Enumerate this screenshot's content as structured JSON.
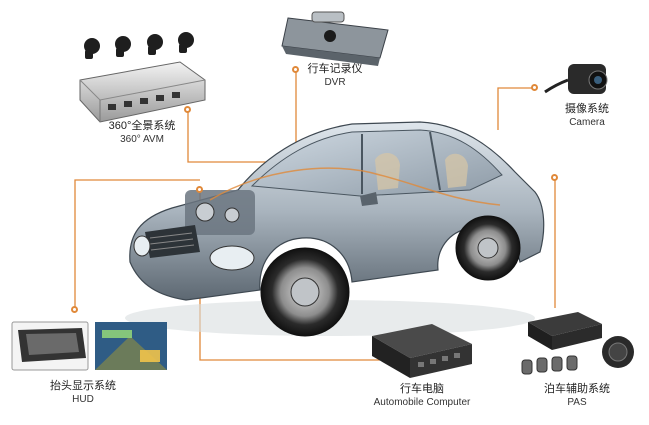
{
  "accent_color": "#e0893a",
  "components": [
    {
      "id": "avm",
      "zh": "360°全景系统",
      "en": "360° AVM",
      "icon": "surround-view-camera-kit"
    },
    {
      "id": "dvr",
      "zh": "行车记录仪",
      "en": "DVR",
      "icon": "dashcam"
    },
    {
      "id": "camera",
      "zh": "摄像系统",
      "en": "Camera",
      "icon": "camera"
    },
    {
      "id": "hud",
      "zh": "抬头显示系统",
      "en": "HUD",
      "icon": "head-up-display"
    },
    {
      "id": "computer",
      "zh": "行车电脑",
      "en": "Automobile Computer",
      "icon": "car-computer"
    },
    {
      "id": "pas",
      "zh": "泊车辅助系统",
      "en": "PAS",
      "icon": "parking-sensors"
    }
  ]
}
